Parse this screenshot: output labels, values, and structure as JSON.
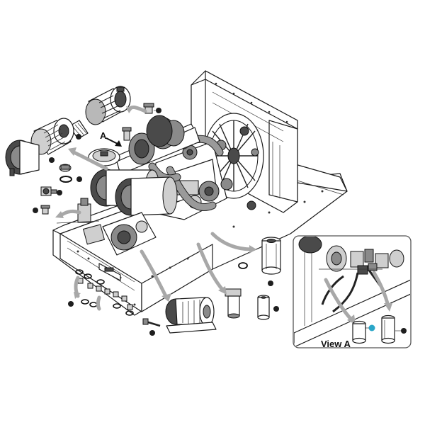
{
  "labels": {
    "view_marker": "A",
    "view_title": "View A"
  },
  "colors": {
    "callout": "#1e1e1e",
    "callout_highlight": "#2aa6c8",
    "arrow": "#a8a8a8"
  },
  "callouts": [
    "callout-cyclone-housing",
    "callout-filter-element",
    "callout-breather",
    "callout-cap",
    "callout-oring",
    "callout-fitting",
    "callout-plug",
    "callout-drain-kit",
    "callout-pump",
    "callout-bolt",
    "callout-filter-large",
    "callout-oring-2",
    "callout-fuel-filter",
    "callout-view-a-filter-highlight",
    "callout-view-a-filter-2"
  ]
}
